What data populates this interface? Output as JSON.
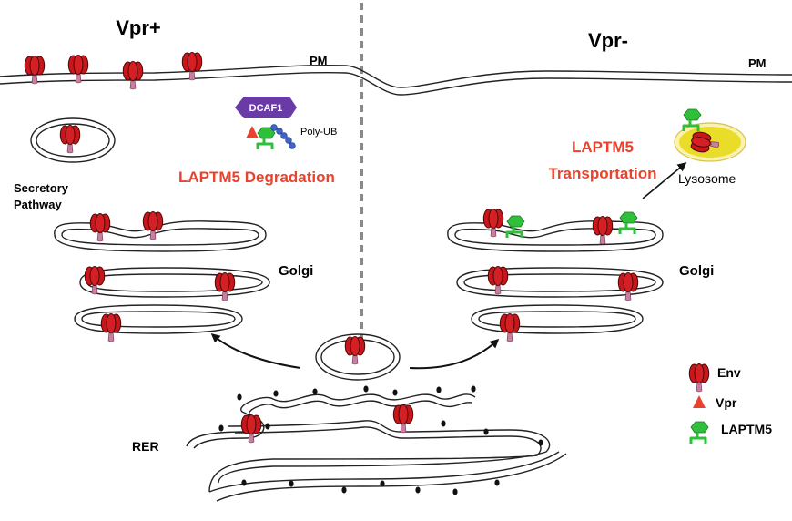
{
  "panels": {
    "left_title": "Vpr+",
    "right_title": "Vpr-"
  },
  "labels": {
    "pm": "PM",
    "secretory_line1": "Secretory",
    "secretory_line2": "Pathway",
    "golgi": "Golgi",
    "rer": "RER",
    "lysosome": "Lysosome",
    "dcaf1": "DCAF1",
    "poly_ub": "Poly-UB",
    "degradation": "LAPTM5 Degradation",
    "transport_line1": "LAPTM5",
    "transport_line2": "Transportation"
  },
  "legend": [
    {
      "label": "Env",
      "icon": "env-icon"
    },
    {
      "label": "Vpr",
      "icon": "vpr-triangle-icon"
    },
    {
      "label": "LAPTM5",
      "icon": "laptm5-icon"
    }
  ],
  "colors": {
    "env": "#c8161b",
    "env_tail": "#c87fa0",
    "vpr": "#e8432e",
    "laptm5": "#2fbf3a",
    "dcaf1": "#6a3aa6",
    "poly_ub": "#3f63c9",
    "lysosome_fill": "#e9dd2a",
    "accent_text": "#e8432e",
    "divider": "#8a8a8a"
  }
}
